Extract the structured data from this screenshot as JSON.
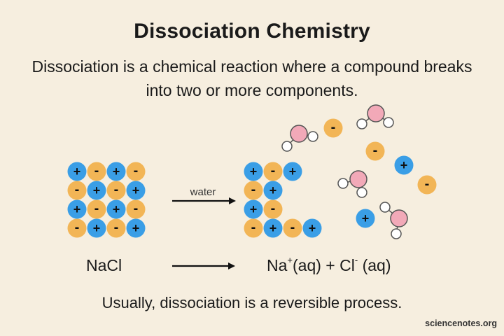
{
  "title": "Dissociation Chemistry",
  "description": "Dissociation is a chemical reaction where a compound breaks into two or more components.",
  "arrow_label": "water",
  "reactant": "NaCl",
  "product": {
    "na": "Na",
    "na_charge": "+",
    "na_state": "(aq)",
    "plus": " + ",
    "cl": "Cl",
    "cl_charge": "-",
    "cl_state": " (aq)"
  },
  "footer": "Usually, dissociation is a reversible process.",
  "source": "sciencenotes.org",
  "ion_symbols": {
    "cation": "+",
    "anion": "-"
  },
  "colors": {
    "background": "#f6eedf",
    "cation": "#3a9ee6",
    "anion": "#f2b556",
    "oxygen": "#f2a9b8",
    "hydrogen": "#ffffff"
  }
}
